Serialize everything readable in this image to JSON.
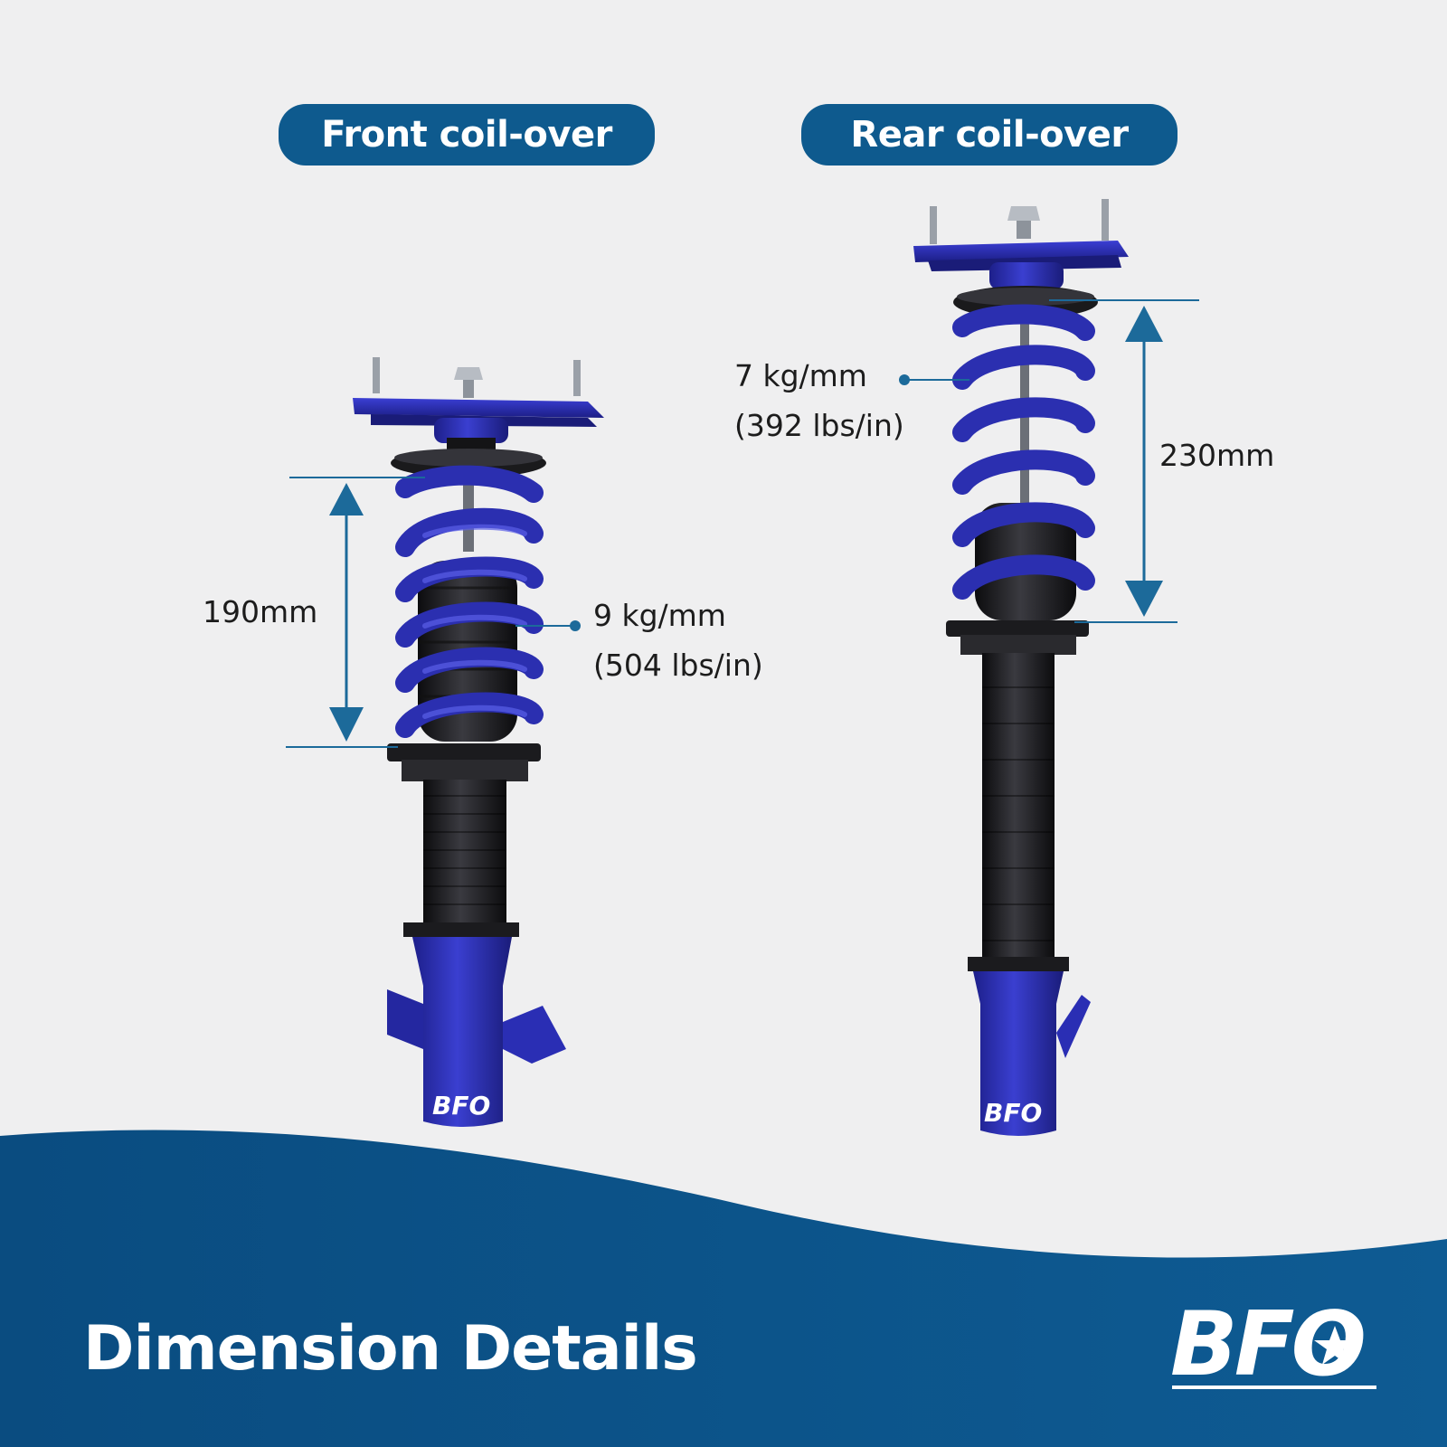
{
  "badges": {
    "front": "Front coil-over",
    "rear": "Rear coil-over"
  },
  "front": {
    "length": "190mm",
    "rate_line1": "9 kg/mm",
    "rate_line2": "(504 lbs/in)"
  },
  "rear": {
    "length": "230mm",
    "rate_line1": "7 kg/mm",
    "rate_line2": "(392 lbs/in)"
  },
  "footer": {
    "title": "Dimension Details"
  },
  "brand": {
    "logo_text": "BFO",
    "body_mark": "BFO"
  },
  "colors": {
    "background": "#efeff0",
    "brand_blue": "#0e5a8e",
    "footer_blue": "#0c5388",
    "part_blue": "#2b2fb0",
    "dimension_line": "#1c6a9a"
  }
}
